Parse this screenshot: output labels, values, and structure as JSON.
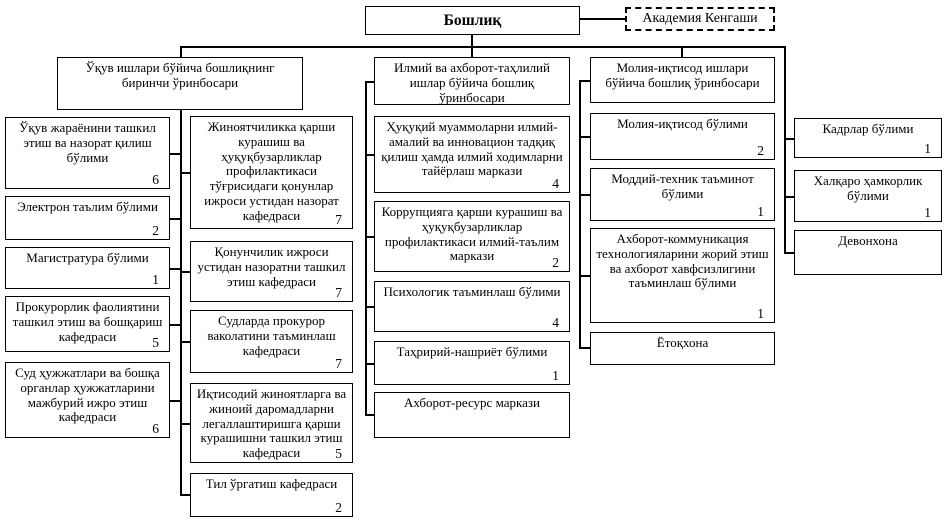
{
  "colors": {
    "line": "#000000",
    "box_background": "#ffffff",
    "text": "#000000"
  },
  "chief": {
    "label": "Бошлиқ"
  },
  "council": {
    "label": "Академия Кенгаши"
  },
  "left": {
    "header": "Ўқув ишлари бўйича бошлиқнинг биринчи ўринбосари",
    "colA": [
      {
        "label": "Ўқув жараёнини ташкил этиш ва назорат қилиш бўлими",
        "count": "6"
      },
      {
        "label": "Электрон таълим бўлими",
        "count": "2"
      },
      {
        "label": "Магистратура бўлими",
        "count": "1"
      },
      {
        "label": "Прокурорлик фаолиятини ташкил этиш ва бошқариш кафедраси",
        "count": "5"
      },
      {
        "label": "Суд ҳужжатлари ва бошқа органлар ҳужжатларини мажбурий ижро этиш кафедраси",
        "count": "6"
      }
    ],
    "colB": [
      {
        "label": "Жиноятчиликка қарши курашиш ва ҳуқуқбузарликлар профилактикаси тўғрисидаги қонунлар ижроси устидан назорат кафедраси",
        "count": "7"
      },
      {
        "label": "Қонунчилик ижроси устидан назоратни ташкил этиш кафедраси",
        "count": "7"
      },
      {
        "label": "Судларда прокурор ваколатини таъминлаш кафедраси",
        "count": "7"
      },
      {
        "label": "Иқтисодий жиноятларга ва жиноий даромадларни легаллаштиришга қарши курашишни ташкил этиш кафедраси",
        "count": "5"
      },
      {
        "label": "Тил ўргатиш кафедраси",
        "count": "2"
      }
    ]
  },
  "science": {
    "header": "Илмий ва ахборот-таҳлилий ишлар бўйича бошлиқ ўринбосари",
    "items": [
      {
        "label": "Ҳуқуқий муаммоларни илмий-амалий ва инновацион тадқиқ қилиш ҳамда илмий ходимларни тайёрлаш маркази",
        "count": "4"
      },
      {
        "label": "Коррупцияга қарши курашиш ва ҳуқуқбузарликлар профилактикаси илмий-таълим маркази",
        "count": "2"
      },
      {
        "label": "Психологик таъминлаш бўлими",
        "count": "4"
      },
      {
        "label": "Таҳририй-нашриёт бўлими",
        "count": "1"
      },
      {
        "label": "Ахборот-ресурс маркази"
      }
    ]
  },
  "finance": {
    "header": "Молия-иқтисод ишлари бўйича бошлиқ ўринбосари",
    "items": [
      {
        "label": "Молия-иқтисод бўлими",
        "count": "2"
      },
      {
        "label": "Моддий-техник таъминот бўлими",
        "count": "1"
      },
      {
        "label": "Ахборот-коммуникация технологияларини жорий этиш ва ахборот хавфсизлигини таъминлаш бўлими",
        "count": "1"
      },
      {
        "label": "Ётоқхона"
      }
    ]
  },
  "direct": {
    "items": [
      {
        "label": "Кадрлар бўлими",
        "count": "1"
      },
      {
        "label": "Халқаро ҳамкорлик бўлими",
        "count": "1"
      },
      {
        "label": "Девонхона"
      }
    ]
  }
}
